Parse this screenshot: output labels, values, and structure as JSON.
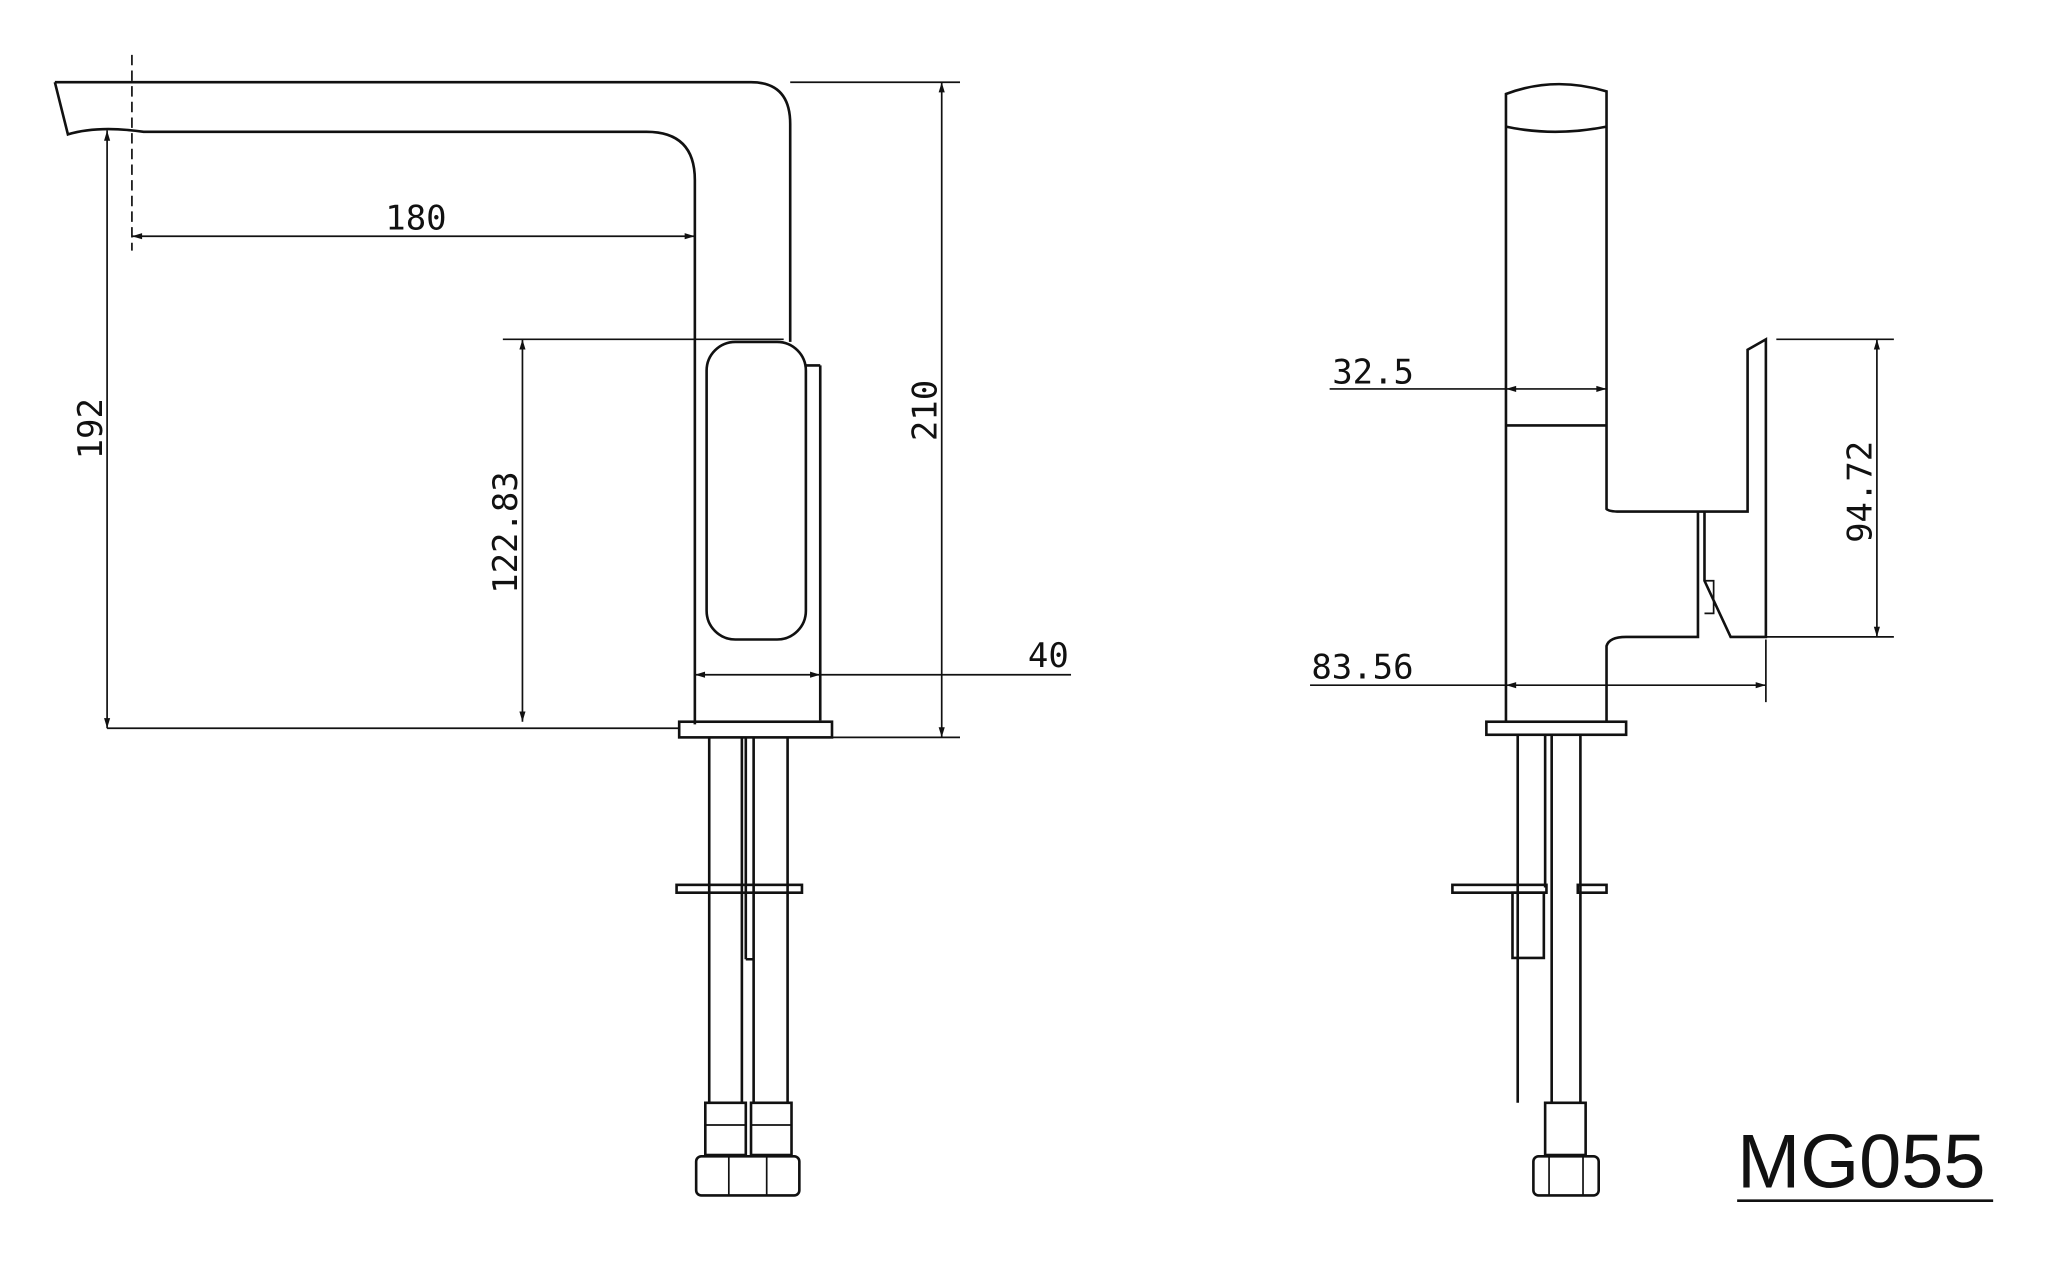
{
  "drawing": {
    "model": "MG055",
    "front_view": {
      "dimensions": {
        "spout_reach": "180",
        "spout_outlet_height": "192",
        "overall_height": "210",
        "handle_height": "122.83",
        "body_width": "40"
      }
    },
    "side_view": {
      "dimensions": {
        "spout_width": "32.5",
        "lever_height": "94.72",
        "depth": "83.56"
      }
    }
  }
}
